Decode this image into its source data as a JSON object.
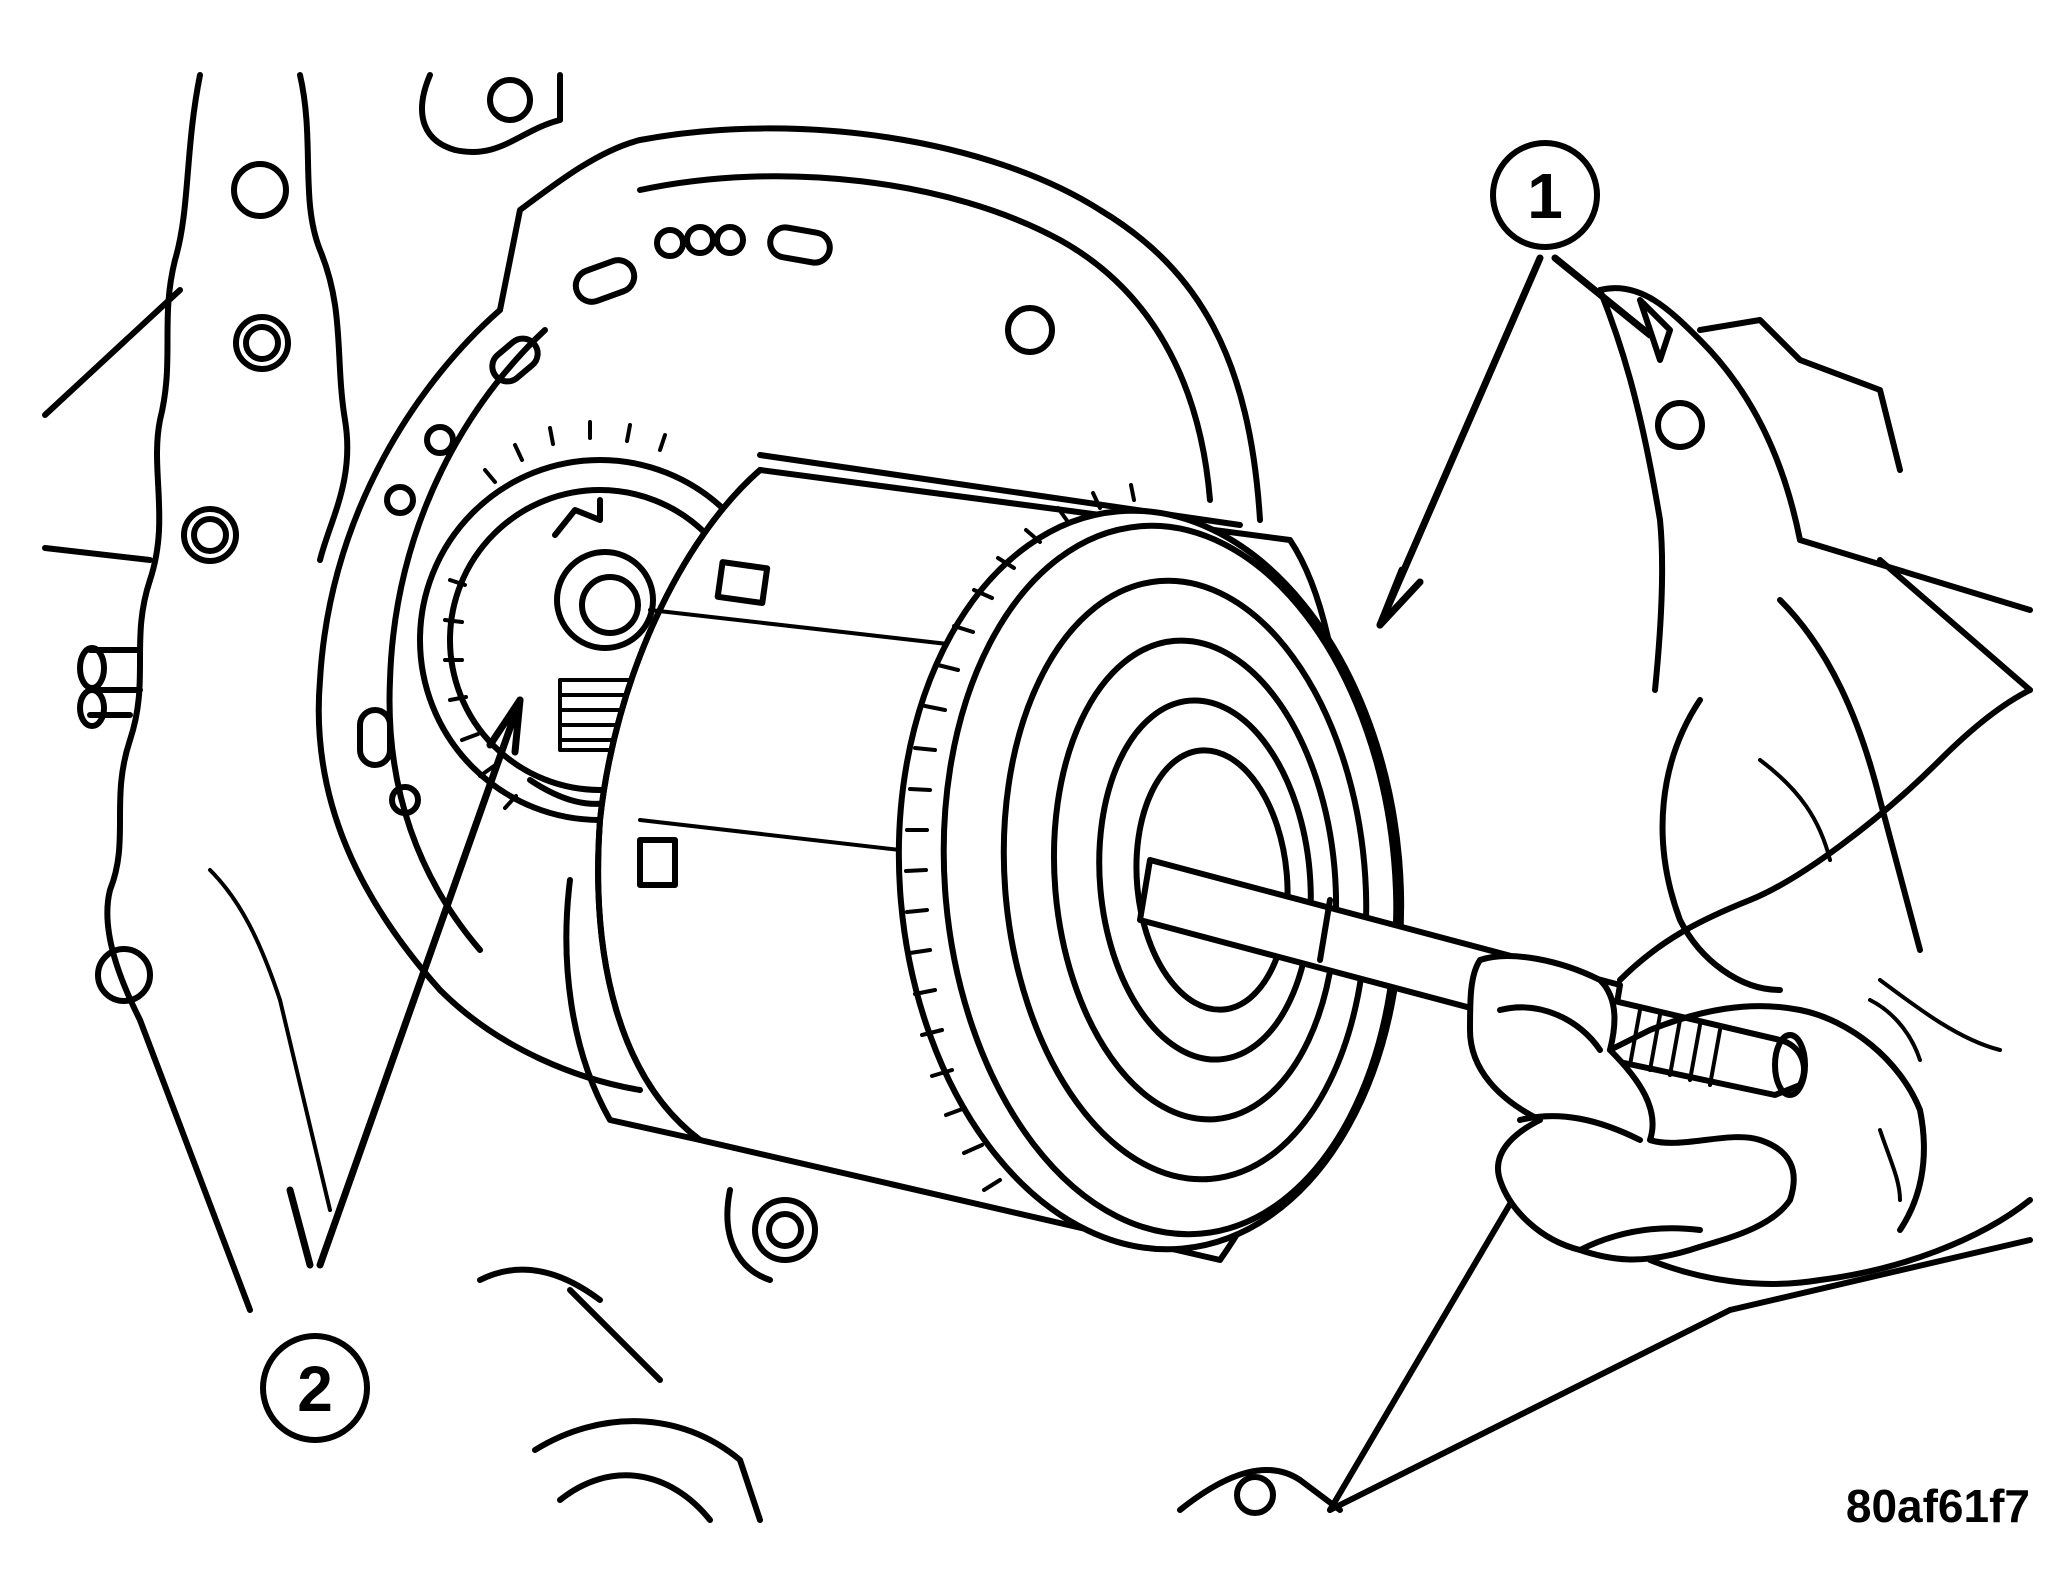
{
  "figure": {
    "id_label": "80af61f7"
  },
  "callouts": [
    {
      "label": "1"
    },
    {
      "label": "2"
    }
  ],
  "colors": {
    "line": "#000000",
    "background": "#ffffff"
  }
}
